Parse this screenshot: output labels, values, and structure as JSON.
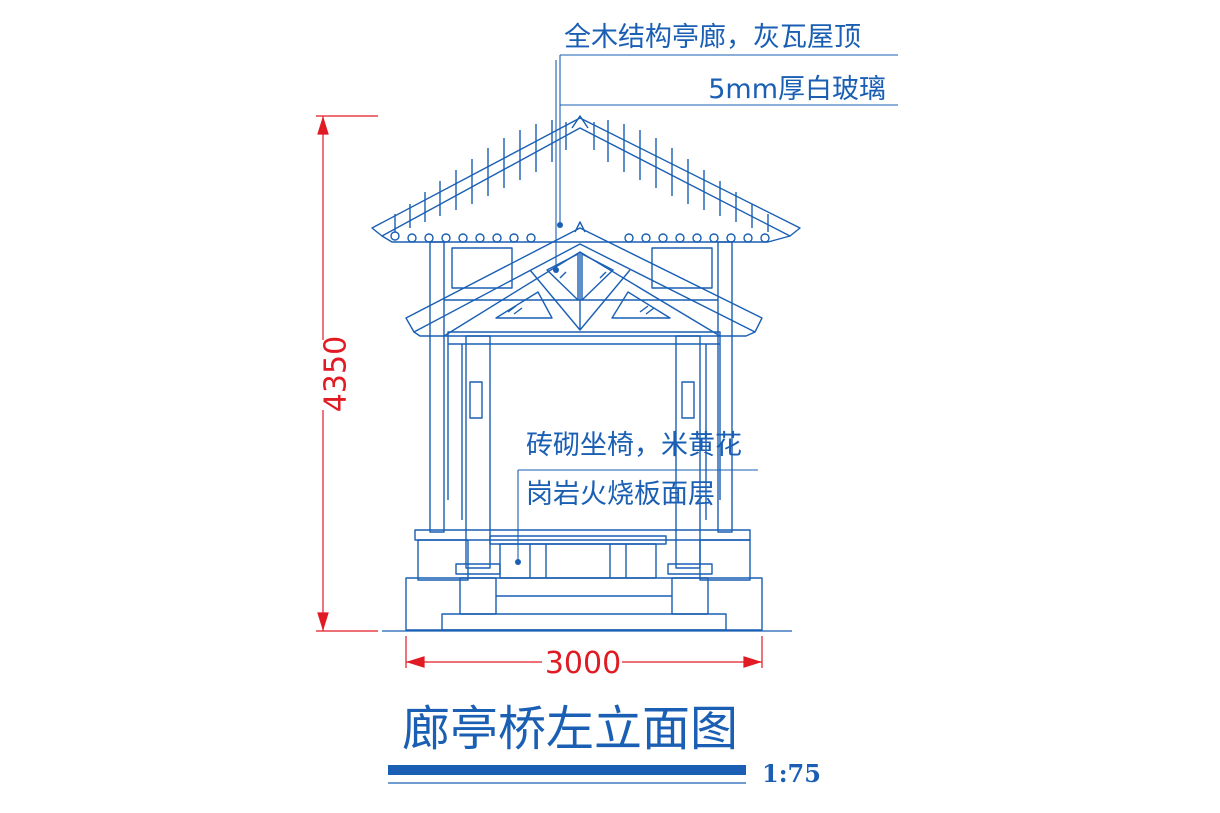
{
  "annotations": {
    "roof_line1": "全木结构亭廊，灰瓦屋顶",
    "roof_line2": "5mm厚白玻璃",
    "bench_line1": "砖砌坐椅，米黄花",
    "bench_line2": "岗岩火烧板面层"
  },
  "dimensions": {
    "height": "4350",
    "width": "3000"
  },
  "title": "廊亭桥左立面图",
  "scale": "1:75",
  "colors": {
    "drawing": "#1a5fb4",
    "dimension": "#e01b24",
    "background": "#ffffff"
  }
}
